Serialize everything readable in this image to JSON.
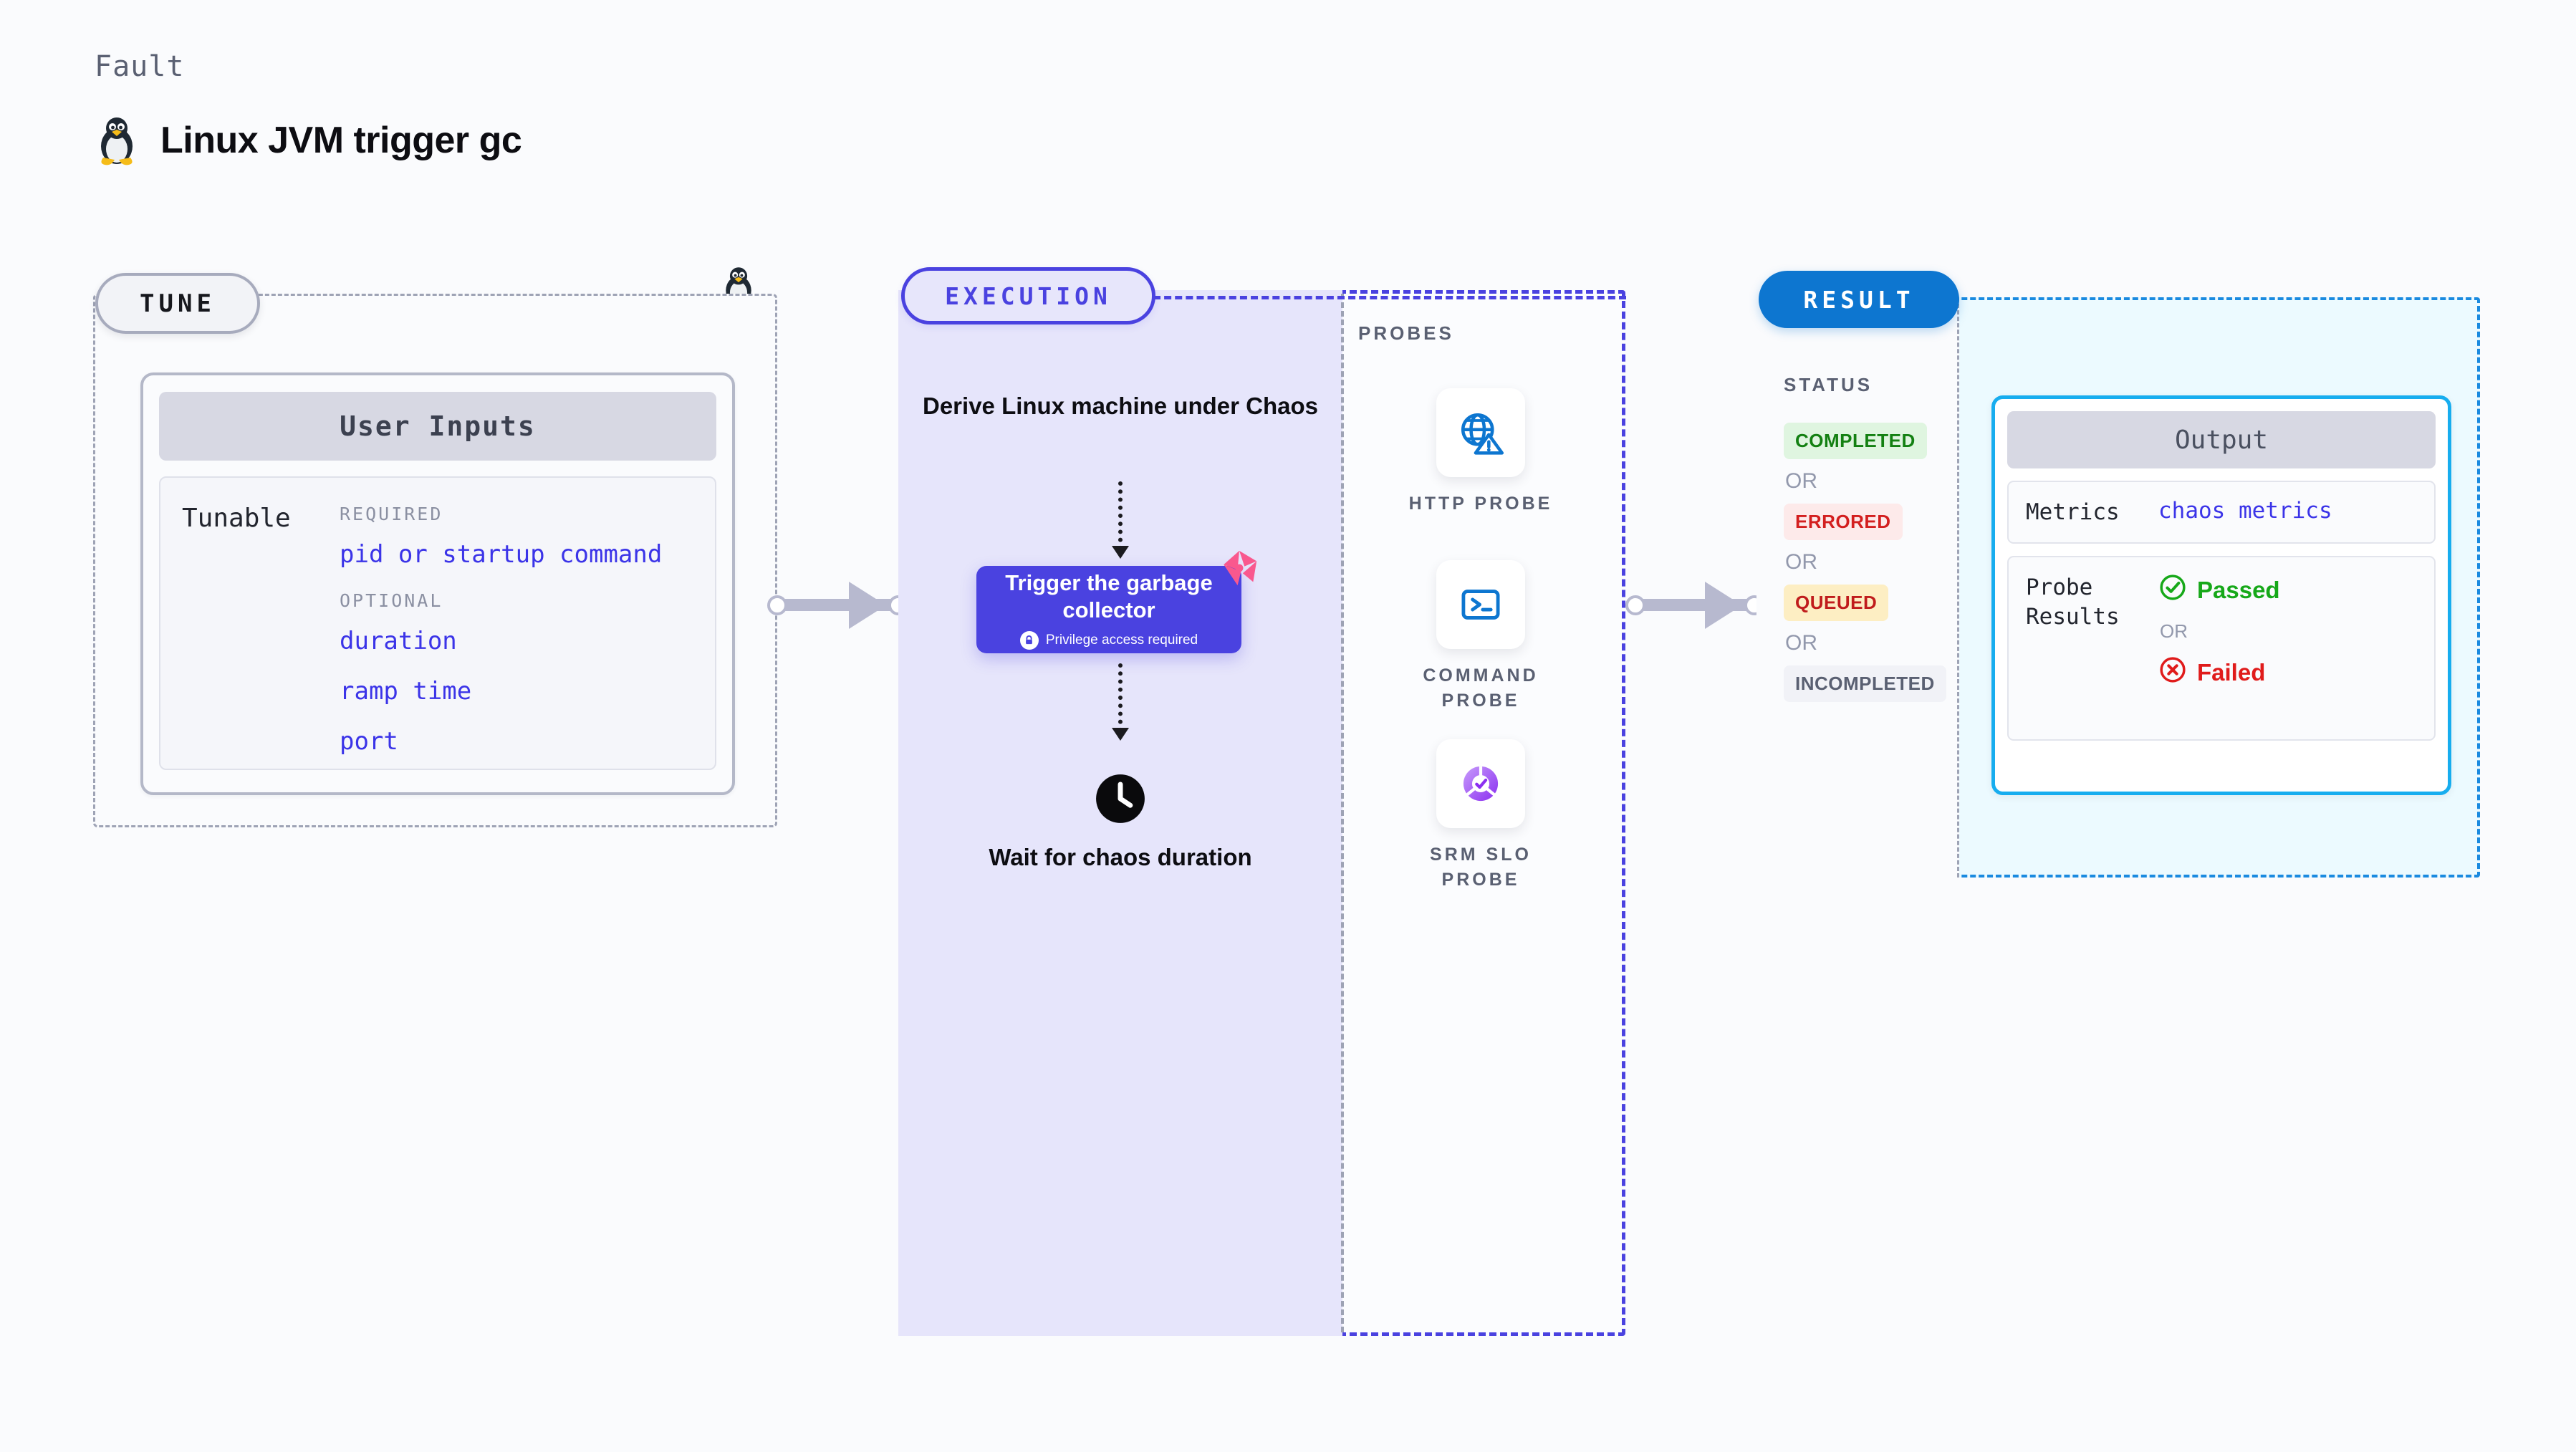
{
  "header": {
    "kicker": "Fault",
    "title": "Linux JVM trigger gc",
    "icon": "tux-penguin-icon"
  },
  "tune": {
    "pill_label": "TUNE",
    "card_title": "User Inputs",
    "row_label": "Tunable",
    "required_label": "REQUIRED",
    "required_items": [
      "pid or startup command"
    ],
    "optional_label": "OPTIONAL",
    "optional_items": [
      "duration",
      "ramp time",
      "port"
    ]
  },
  "execution": {
    "pill_label": "EXECUTION",
    "step_title": "Derive Linux machine under Chaos",
    "trigger_title": "Trigger the garbage collector",
    "trigger_subtitle": "Privilege access required",
    "trigger_icon": "lock-icon",
    "badge_icon": "chaos-pinwheel-icon",
    "wait_icon": "clock-icon",
    "wait_label": "Wait for chaos duration"
  },
  "probes": {
    "section_label": "PROBES",
    "items": [
      {
        "name": "HTTP PROBE",
        "icon": "globe-warning-icon"
      },
      {
        "name": "COMMAND PROBE",
        "icon": "terminal-icon"
      },
      {
        "name": "SRM SLO PROBE",
        "icon": "slo-donut-check-icon"
      }
    ]
  },
  "result": {
    "pill_label": "RESULT",
    "status_label": "STATUS",
    "or_label": "OR",
    "statuses": [
      {
        "label": "COMPLETED",
        "style": "b-completed"
      },
      {
        "label": "ERRORED",
        "style": "b-errored"
      },
      {
        "label": "QUEUED",
        "style": "b-queued"
      },
      {
        "label": "INCOMPLETED",
        "style": "b-incomplete"
      }
    ],
    "output": {
      "title": "Output",
      "metrics_key": "Metrics",
      "metrics_value": "chaos metrics",
      "probe_key": "Probe Results",
      "passed_label": "Passed",
      "failed_label": "Failed",
      "or_label": "OR",
      "passed_icon": "check-circle-icon",
      "failed_icon": "x-circle-icon"
    }
  },
  "colors": {
    "accent_purple": "#4a42e0",
    "accent_blue": "#0d76d0",
    "accent_cyan": "#17adef",
    "pass_green": "#16a819",
    "fail_red": "#e01b1b",
    "mono_blue": "#3b34e8",
    "pink_badge": "#f9588e"
  }
}
